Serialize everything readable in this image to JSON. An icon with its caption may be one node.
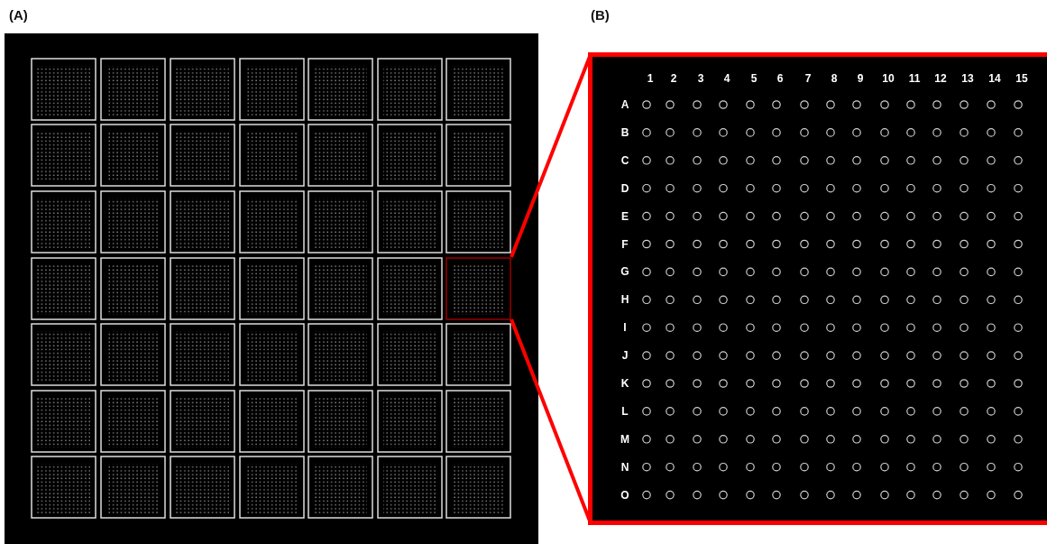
{
  "diagram": {
    "labels": [
      "(A)",
      "(B)",
      "1",
      "2",
      "3",
      "4",
      "5",
      "6",
      "7",
      "8",
      "9",
      "10",
      "11",
      "12",
      "13",
      "14",
      "15",
      "A",
      "B",
      "C",
      "D",
      "E",
      "F",
      "G",
      "H",
      "I",
      "J",
      "K",
      "L",
      "M",
      "N",
      "O"
    ]
  }
}
